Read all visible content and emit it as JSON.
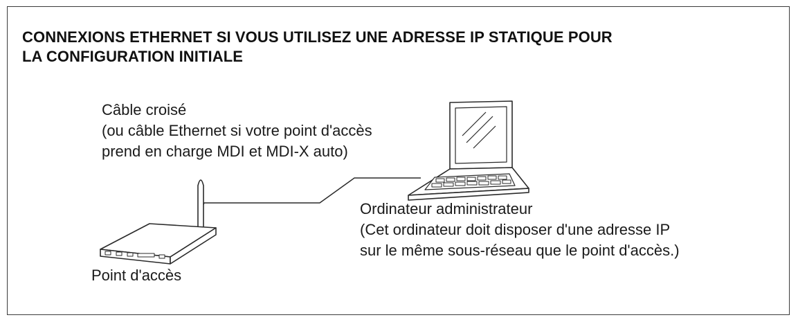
{
  "title": {
    "line1": "CONNEXIONS ETHERNET SI VOUS UTILISEZ UNE ADRESSE IP STATIQUE POUR",
    "line2": "LA CONFIGURATION INITIALE"
  },
  "cable": {
    "line1": "Câble croisé",
    "line2": "(ou câble Ethernet si votre point d'accès",
    "line3": "prend en charge MDI et MDI-X auto)"
  },
  "computer": {
    "line1": "Ordinateur administrateur",
    "line2": "(Cet ordinateur doit disposer d'une adresse IP",
    "line3": "sur le même sous-réseau que le point d'accès.)",
    "icon": "laptop-icon"
  },
  "access_point": {
    "label": "Point d'accès",
    "icon": "access-point-icon"
  },
  "colors": {
    "line": "#2a2a2a",
    "background": "#ffffff"
  }
}
